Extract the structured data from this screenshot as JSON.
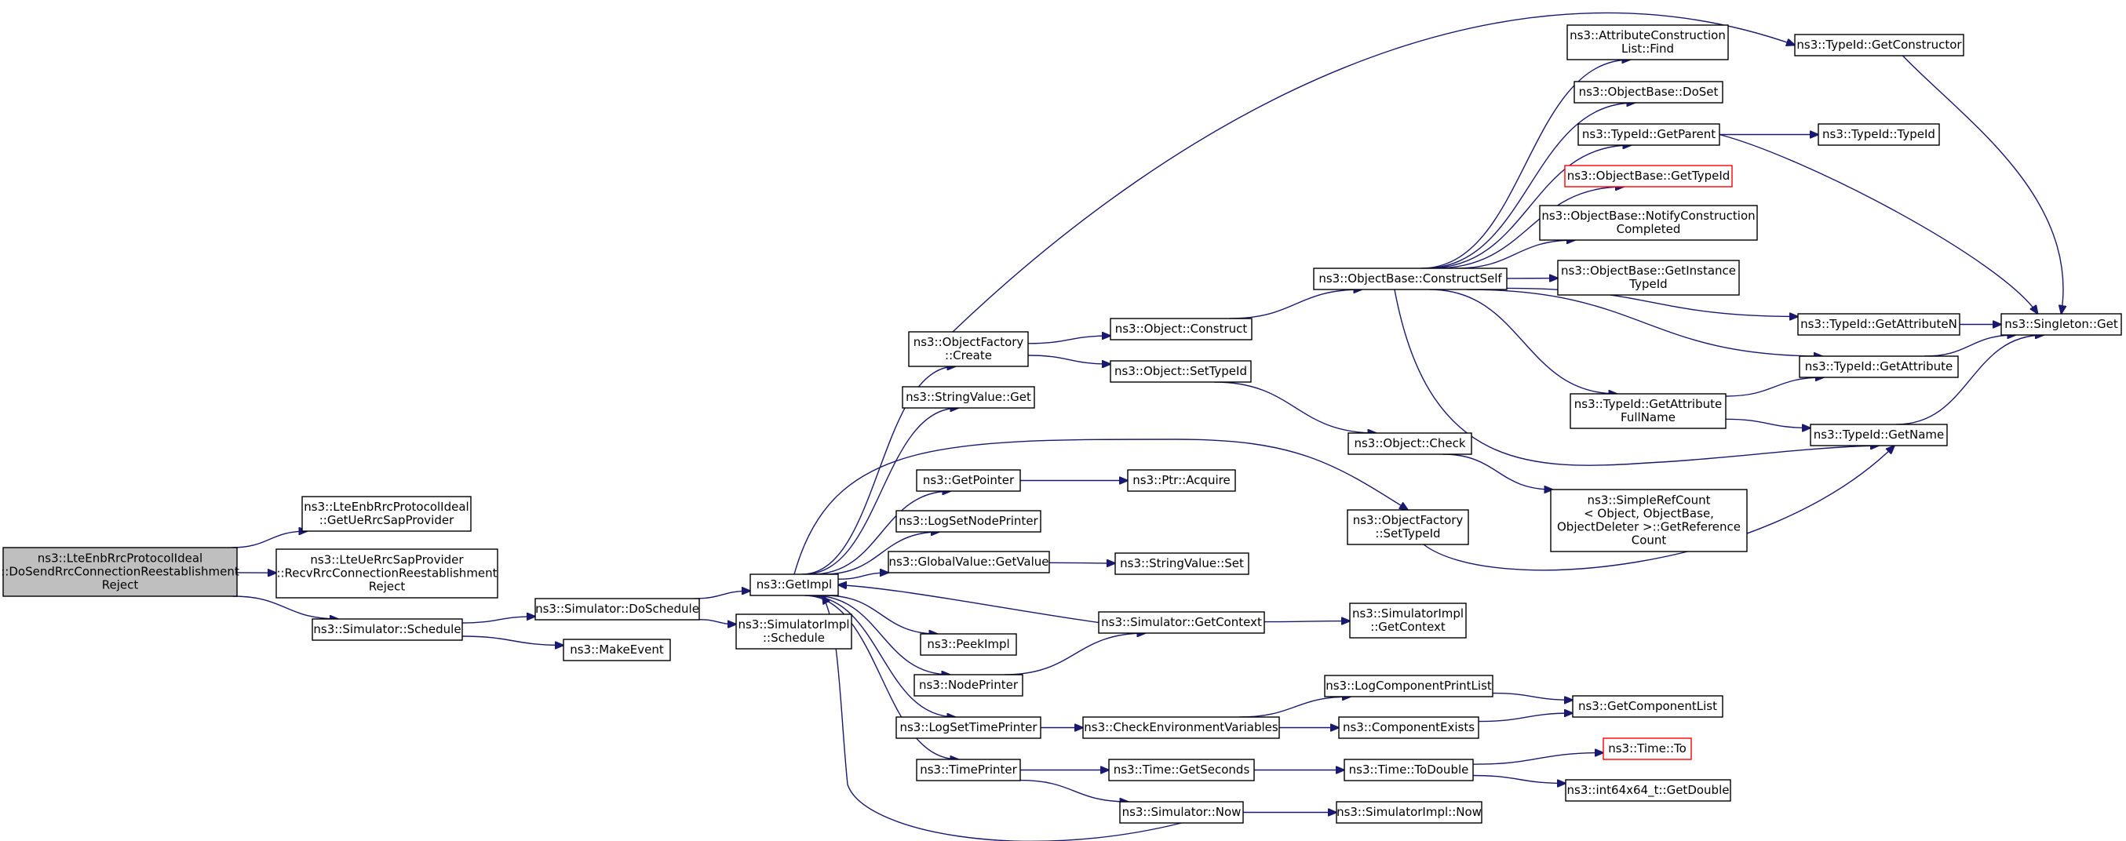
{
  "graph": {
    "root_id": "root",
    "nodes": [
      {
        "id": "root",
        "lines": [
          "ns3::LteEnbRrcProtocolIdeal",
          "::DoSendRrcConnectionReestablishment",
          "Reject"
        ],
        "style": "root"
      },
      {
        "id": "getUeRrcSapProvider",
        "lines": [
          "ns3::LteEnbRrcProtocolIdeal",
          "::GetUeRrcSapProvider"
        ],
        "style": "normal"
      },
      {
        "id": "recvReject",
        "lines": [
          "ns3::LteUeRrcSapProvider",
          "::RecvRrcConnectionReestablishment",
          "Reject"
        ],
        "style": "normal"
      },
      {
        "id": "schedule",
        "lines": [
          "ns3::Simulator::Schedule"
        ],
        "style": "normal"
      },
      {
        "id": "doSchedule",
        "lines": [
          "ns3::Simulator::DoSchedule"
        ],
        "style": "normal"
      },
      {
        "id": "makeEvent",
        "lines": [
          "ns3::MakeEvent"
        ],
        "style": "normal"
      },
      {
        "id": "getImpl",
        "lines": [
          "ns3::GetImpl"
        ],
        "style": "normal"
      },
      {
        "id": "simImplSchedule",
        "lines": [
          "ns3::SimulatorImpl",
          "::Schedule"
        ],
        "style": "normal"
      },
      {
        "id": "ofCreate",
        "lines": [
          "ns3::ObjectFactory",
          "::Create"
        ],
        "style": "normal"
      },
      {
        "id": "strValGet",
        "lines": [
          "ns3::StringValue::Get"
        ],
        "style": "normal"
      },
      {
        "id": "getPointer",
        "lines": [
          "ns3::GetPointer"
        ],
        "style": "normal"
      },
      {
        "id": "logSetNodePrinter",
        "lines": [
          "ns3::LogSetNodePrinter"
        ],
        "style": "normal"
      },
      {
        "id": "gvGetValue",
        "lines": [
          "ns3::GlobalValue::GetValue"
        ],
        "style": "normal"
      },
      {
        "id": "peekImpl",
        "lines": [
          "ns3::PeekImpl"
        ],
        "style": "normal"
      },
      {
        "id": "nodePrinter",
        "lines": [
          "ns3::NodePrinter"
        ],
        "style": "normal"
      },
      {
        "id": "logSetTimePrinter",
        "lines": [
          "ns3::LogSetTimePrinter"
        ],
        "style": "normal"
      },
      {
        "id": "timePrinter",
        "lines": [
          "ns3::TimePrinter"
        ],
        "style": "normal"
      },
      {
        "id": "objConstruct",
        "lines": [
          "ns3::Object::Construct"
        ],
        "style": "normal"
      },
      {
        "id": "objSetTypeId",
        "lines": [
          "ns3::Object::SetTypeId"
        ],
        "style": "normal"
      },
      {
        "id": "ptrAcquire",
        "lines": [
          "ns3::Ptr::Acquire"
        ],
        "style": "normal"
      },
      {
        "id": "strValSet",
        "lines": [
          "ns3::StringValue::Set"
        ],
        "style": "normal"
      },
      {
        "id": "simGetContext",
        "lines": [
          "ns3::Simulator::GetContext"
        ],
        "style": "normal"
      },
      {
        "id": "checkEnv",
        "lines": [
          "ns3::CheckEnvironmentVariables"
        ],
        "style": "normal"
      },
      {
        "id": "timeGetSeconds",
        "lines": [
          "ns3::Time::GetSeconds"
        ],
        "style": "normal"
      },
      {
        "id": "simNow",
        "lines": [
          "ns3::Simulator::Now"
        ],
        "style": "normal"
      },
      {
        "id": "constructSelf",
        "lines": [
          "ns3::ObjectBase::ConstructSelf"
        ],
        "style": "normal"
      },
      {
        "id": "objCheck",
        "lines": [
          "ns3::Object::Check"
        ],
        "style": "normal"
      },
      {
        "id": "ofSetTypeId",
        "lines": [
          "ns3::ObjectFactory",
          "::SetTypeId"
        ],
        "style": "normal"
      },
      {
        "id": "simImplGetContext",
        "lines": [
          "ns3::SimulatorImpl",
          "::GetContext"
        ],
        "style": "normal"
      },
      {
        "id": "logCompPrintList",
        "lines": [
          "ns3::LogComponentPrintList"
        ],
        "style": "normal"
      },
      {
        "id": "compExists",
        "lines": [
          "ns3::ComponentExists"
        ],
        "style": "normal"
      },
      {
        "id": "timeToDouble",
        "lines": [
          "ns3::Time::ToDouble"
        ],
        "style": "normal"
      },
      {
        "id": "simImplNow",
        "lines": [
          "ns3::SimulatorImpl::Now"
        ],
        "style": "normal"
      },
      {
        "id": "attrListFind",
        "lines": [
          "ns3::AttributeConstruction",
          "List::Find"
        ],
        "style": "normal"
      },
      {
        "id": "obDoSet",
        "lines": [
          "ns3::ObjectBase::DoSet"
        ],
        "style": "normal"
      },
      {
        "id": "tidGetParent",
        "lines": [
          "ns3::TypeId::GetParent"
        ],
        "style": "normal"
      },
      {
        "id": "obGetTypeId",
        "lines": [
          "ns3::ObjectBase::GetTypeId"
        ],
        "style": "missing"
      },
      {
        "id": "obNotify",
        "lines": [
          "ns3::ObjectBase::NotifyConstruction",
          "Completed"
        ],
        "style": "normal"
      },
      {
        "id": "obGetInstanceTypeId",
        "lines": [
          "ns3::ObjectBase::GetInstance",
          "TypeId"
        ],
        "style": "normal"
      },
      {
        "id": "tidGetAttrFullName",
        "lines": [
          "ns3::TypeId::GetAttribute",
          "FullName"
        ],
        "style": "normal"
      },
      {
        "id": "simpleRefCount",
        "lines": [
          "ns3::SimpleRefCount",
          "< Object, ObjectBase,",
          "ObjectDeleter >::GetReference",
          "Count"
        ],
        "style": "normal"
      },
      {
        "id": "getComponentList",
        "lines": [
          "ns3::GetComponentList"
        ],
        "style": "normal"
      },
      {
        "id": "timeTo",
        "lines": [
          "ns3::Time::To"
        ],
        "style": "missing"
      },
      {
        "id": "int64GetDouble",
        "lines": [
          "ns3::int64x64_t::GetDouble"
        ],
        "style": "normal"
      },
      {
        "id": "tidGetConstructor",
        "lines": [
          "ns3::TypeId::GetConstructor"
        ],
        "style": "normal"
      },
      {
        "id": "tidTypeId",
        "lines": [
          "ns3::TypeId::TypeId"
        ],
        "style": "normal"
      },
      {
        "id": "tidGetAttrN",
        "lines": [
          "ns3::TypeId::GetAttributeN"
        ],
        "style": "normal"
      },
      {
        "id": "tidGetAttribute",
        "lines": [
          "ns3::TypeId::GetAttribute"
        ],
        "style": "normal"
      },
      {
        "id": "tidGetName",
        "lines": [
          "ns3::TypeId::GetName"
        ],
        "style": "normal"
      },
      {
        "id": "singletonGet",
        "lines": [
          "ns3::Singleton::Get"
        ],
        "style": "normal"
      }
    ],
    "edges": [
      {
        "from": "root",
        "to": "getUeRrcSapProvider"
      },
      {
        "from": "root",
        "to": "recvReject"
      },
      {
        "from": "root",
        "to": "schedule"
      },
      {
        "from": "schedule",
        "to": "doSchedule"
      },
      {
        "from": "schedule",
        "to": "makeEvent"
      },
      {
        "from": "doSchedule",
        "to": "getImpl"
      },
      {
        "from": "doSchedule",
        "to": "simImplSchedule"
      },
      {
        "from": "getImpl",
        "to": "ofCreate"
      },
      {
        "from": "getImpl",
        "to": "strValGet"
      },
      {
        "from": "getImpl",
        "to": "getPointer"
      },
      {
        "from": "getImpl",
        "to": "logSetNodePrinter"
      },
      {
        "from": "getImpl",
        "to": "gvGetValue"
      },
      {
        "from": "getImpl",
        "to": "peekImpl"
      },
      {
        "from": "getImpl",
        "to": "nodePrinter"
      },
      {
        "from": "getImpl",
        "to": "logSetTimePrinter"
      },
      {
        "from": "getImpl",
        "to": "timePrinter"
      },
      {
        "from": "getImpl",
        "to": "ofSetTypeId"
      },
      {
        "from": "simGetContext",
        "to": "getImpl"
      },
      {
        "from": "simNow",
        "to": "getImpl"
      },
      {
        "from": "ofCreate",
        "to": "objConstruct"
      },
      {
        "from": "ofCreate",
        "to": "objSetTypeId"
      },
      {
        "from": "ofCreate",
        "to": "tidGetConstructor"
      },
      {
        "from": "getPointer",
        "to": "ptrAcquire"
      },
      {
        "from": "gvGetValue",
        "to": "strValSet"
      },
      {
        "from": "nodePrinter",
        "to": "simGetContext"
      },
      {
        "from": "logSetTimePrinter",
        "to": "checkEnv"
      },
      {
        "from": "timePrinter",
        "to": "timeGetSeconds"
      },
      {
        "from": "timePrinter",
        "to": "simNow"
      },
      {
        "from": "objConstruct",
        "to": "constructSelf"
      },
      {
        "from": "objSetTypeId",
        "to": "objCheck"
      },
      {
        "from": "simGetContext",
        "to": "simImplGetContext"
      },
      {
        "from": "checkEnv",
        "to": "logCompPrintList"
      },
      {
        "from": "checkEnv",
        "to": "compExists"
      },
      {
        "from": "timeGetSeconds",
        "to": "timeToDouble"
      },
      {
        "from": "simNow",
        "to": "simImplNow"
      },
      {
        "from": "constructSelf",
        "to": "attrListFind"
      },
      {
        "from": "constructSelf",
        "to": "obDoSet"
      },
      {
        "from": "constructSelf",
        "to": "tidGetParent"
      },
      {
        "from": "constructSelf",
        "to": "obGetTypeId"
      },
      {
        "from": "constructSelf",
        "to": "obNotify"
      },
      {
        "from": "constructSelf",
        "to": "obGetInstanceTypeId"
      },
      {
        "from": "constructSelf",
        "to": "tidGetAttrN"
      },
      {
        "from": "constructSelf",
        "to": "tidGetAttribute"
      },
      {
        "from": "constructSelf",
        "to": "tidGetAttrFullName"
      },
      {
        "from": "constructSelf",
        "to": "tidGetName"
      },
      {
        "from": "objCheck",
        "to": "simpleRefCount"
      },
      {
        "from": "ofSetTypeId",
        "to": "tidGetName"
      },
      {
        "from": "logCompPrintList",
        "to": "getComponentList"
      },
      {
        "from": "compExists",
        "to": "getComponentList"
      },
      {
        "from": "timeToDouble",
        "to": "timeTo"
      },
      {
        "from": "timeToDouble",
        "to": "int64GetDouble"
      },
      {
        "from": "tidGetConstructor",
        "to": "singletonGet"
      },
      {
        "from": "tidGetParent",
        "to": "tidTypeId"
      },
      {
        "from": "tidGetParent",
        "to": "singletonGet"
      },
      {
        "from": "tidGetAttrN",
        "to": "singletonGet"
      },
      {
        "from": "tidGetAttribute",
        "to": "singletonGet"
      },
      {
        "from": "tidGetAttrFullName",
        "to": "tidGetAttribute"
      },
      {
        "from": "tidGetAttrFullName",
        "to": "tidGetName"
      },
      {
        "from": "tidGetName",
        "to": "singletonGet"
      }
    ]
  }
}
